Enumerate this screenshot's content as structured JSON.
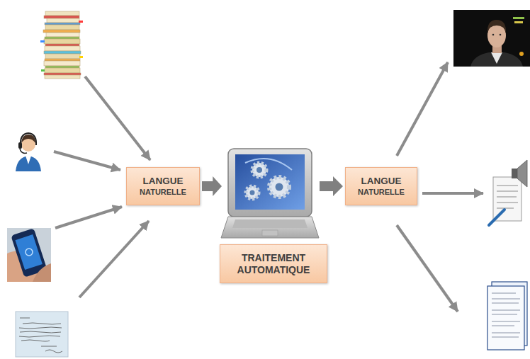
{
  "diagram": {
    "nodes": [
      {
        "text": [
          "LANGUE NATURELLE"
        ]
      },
      {
        "text": [
          "TRAITEMENT AUTOMATIQUE"
        ]
      },
      {
        "text": [
          "LANGUE NATURELLE"
        ]
      }
    ],
    "edges": [
      {
        "from": 0,
        "to": 1,
        "arrow": "to"
      },
      {
        "from": 1,
        "to": 2,
        "arrow": "to"
      }
    ]
  }
}
